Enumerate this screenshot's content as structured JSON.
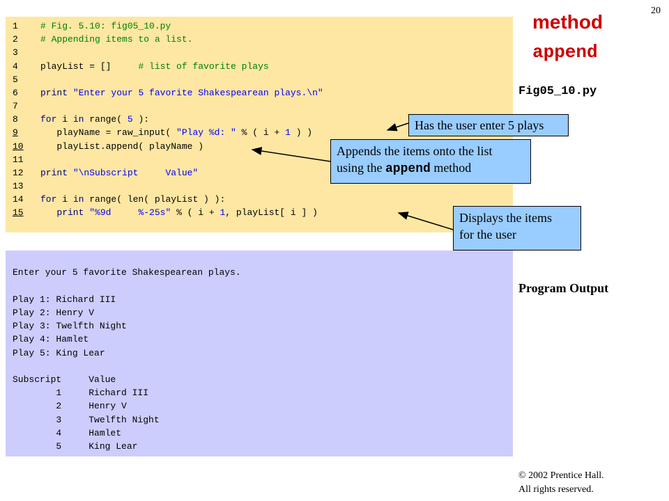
{
  "slide": {
    "number": "20",
    "title_line1": "method",
    "title_line2": "append",
    "filename": "Fig05_10.py",
    "program_output_label": "Program Output",
    "copyright_line1": "© 2002 Prentice Hall.",
    "copyright_line2": "All rights reserved."
  },
  "code": {
    "lines": [
      {
        "num": "1",
        "text": "# Fig. 5.10: fig05_10.py"
      },
      {
        "num": "2",
        "text": "# Appending items to a list."
      },
      {
        "num": "3",
        "text": ""
      },
      {
        "num": "4",
        "text": "playList = []     # list of favorite plays"
      },
      {
        "num": "5",
        "text": ""
      },
      {
        "num": "6",
        "text": "print \"Enter your 5 favorite Shakespearean plays.\\n\""
      },
      {
        "num": "7",
        "text": ""
      },
      {
        "num": "8",
        "text": "for i in range( 5 ):"
      },
      {
        "num": "9",
        "text": "   playName = raw_input( \"Play %d: \" % ( i + 1 ) )"
      },
      {
        "num": "10",
        "text": "   playList.append( playName )"
      },
      {
        "num": "11",
        "text": ""
      },
      {
        "num": "12",
        "text": "print \"\\nSubscript     Value\""
      },
      {
        "num": "13",
        "text": ""
      },
      {
        "num": "14",
        "text": "for i in range( len( playList ) ):"
      },
      {
        "num": "15",
        "text": "   print \"%9d     %-25s\" % ( i + 1, playList[ i ] )"
      }
    ]
  },
  "output": {
    "lines": [
      "Enter your 5 favorite Shakespearean plays.",
      "",
      "Play 1: Richard III",
      "Play 2: Henry V",
      "Play 3: Twelfth Night",
      "Play 4: Hamlet",
      "Play 5: King Lear",
      "",
      "Subscript     Value",
      "        1     Richard III",
      "        2     Henry V",
      "        3     Twelfth Night",
      "        4     Hamlet",
      "        5     King Lear"
    ]
  },
  "callouts": {
    "c1": "Has the user enter 5 plays",
    "c2_line1": "Appends the items onto the list",
    "c2_line2_pre": "using the ",
    "c2_line2_code": "append",
    "c2_line2_post": " method",
    "c3_line1": "Displays the items",
    "c3_line2": "for the user"
  },
  "colors": {
    "code_bg": "#fde7a3",
    "output_bg": "#cccdfd",
    "callout_bg": "#99ccff",
    "title_color": "#cc0000"
  }
}
